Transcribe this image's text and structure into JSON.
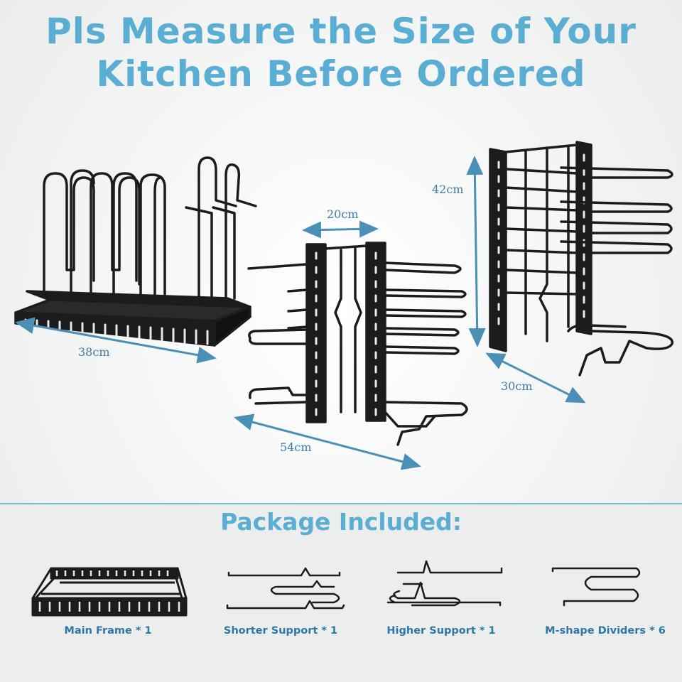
{
  "headline": {
    "line1": "Pls Measure the Size of Your",
    "line2": "Kitchen Before Ordered"
  },
  "dimensions": {
    "rack1_width": "38cm",
    "rack2_depth": "20cm",
    "rack2_length": "54cm",
    "rack3_height": "42cm",
    "rack3_width": "30cm"
  },
  "package": {
    "title": "Package Included:",
    "items": [
      {
        "label": "Main Frame * 1",
        "icon": "main-frame"
      },
      {
        "label": "Shorter Support * 1",
        "icon": "shorter-support"
      },
      {
        "label": "Higher Support * 1",
        "icon": "higher-support"
      },
      {
        "label": "M-shape Dividers * 6",
        "icon": "m-shape-divider"
      }
    ]
  },
  "colors": {
    "accent": "#5aaed3",
    "label": "#2e78a5",
    "arrow": "#4a8fb5",
    "metal": "#1c1c1c"
  }
}
